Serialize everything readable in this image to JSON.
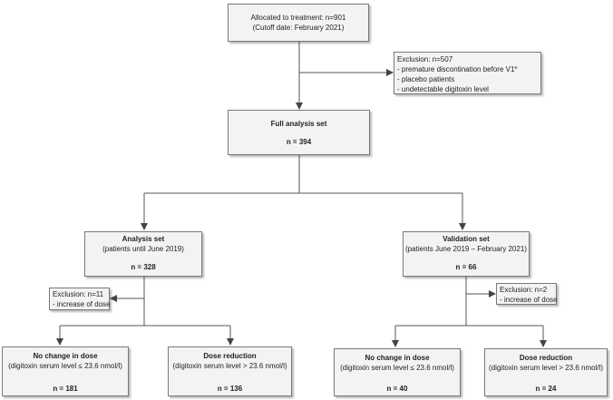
{
  "allocated": {
    "line1": "Allocated to treatment: n=901",
    "line2": "(Cutoff date: February 2021)"
  },
  "exclusion_main": {
    "title": "Exclusion: n=507",
    "items": [
      "- premature discontination before V1*",
      "- placebo patients",
      "- undetectable digitoxin level"
    ]
  },
  "full_analysis": {
    "title": "Full analysis set",
    "n": "n = 394"
  },
  "analysis_set": {
    "title": "Analysis set",
    "subtitle": "(patients until June 2019)",
    "n": "n = 328"
  },
  "validation_set": {
    "title": "Validation set",
    "subtitle": "(patients June 2019 – February 2021)",
    "n": "n = 66"
  },
  "exclusion_analysis": {
    "title": "Exclusion: n=11",
    "item": "- increase of dose"
  },
  "exclusion_validation": {
    "title": "Exclusion: n=2",
    "item": "- increase of dose"
  },
  "analysis_no_change": {
    "title": "No change in dose",
    "subtitle": "(digitoxin serum level ≤ 23.6 nmol/l)",
    "n": "n = 181"
  },
  "analysis_reduction": {
    "title": "Dose reduction",
    "subtitle": "(digitoxin serum level > 23.6 nmol/l)",
    "n": "n = 136"
  },
  "validation_no_change": {
    "title": "No change in dose",
    "subtitle": "(digitoxin serum level ≤ 23.6 nmol/l)",
    "n": "n = 40"
  },
  "validation_reduction": {
    "title": "Dose reduction",
    "subtitle": "(digitoxin serum level > 23.6 nmol/l)",
    "n": "n = 24"
  }
}
